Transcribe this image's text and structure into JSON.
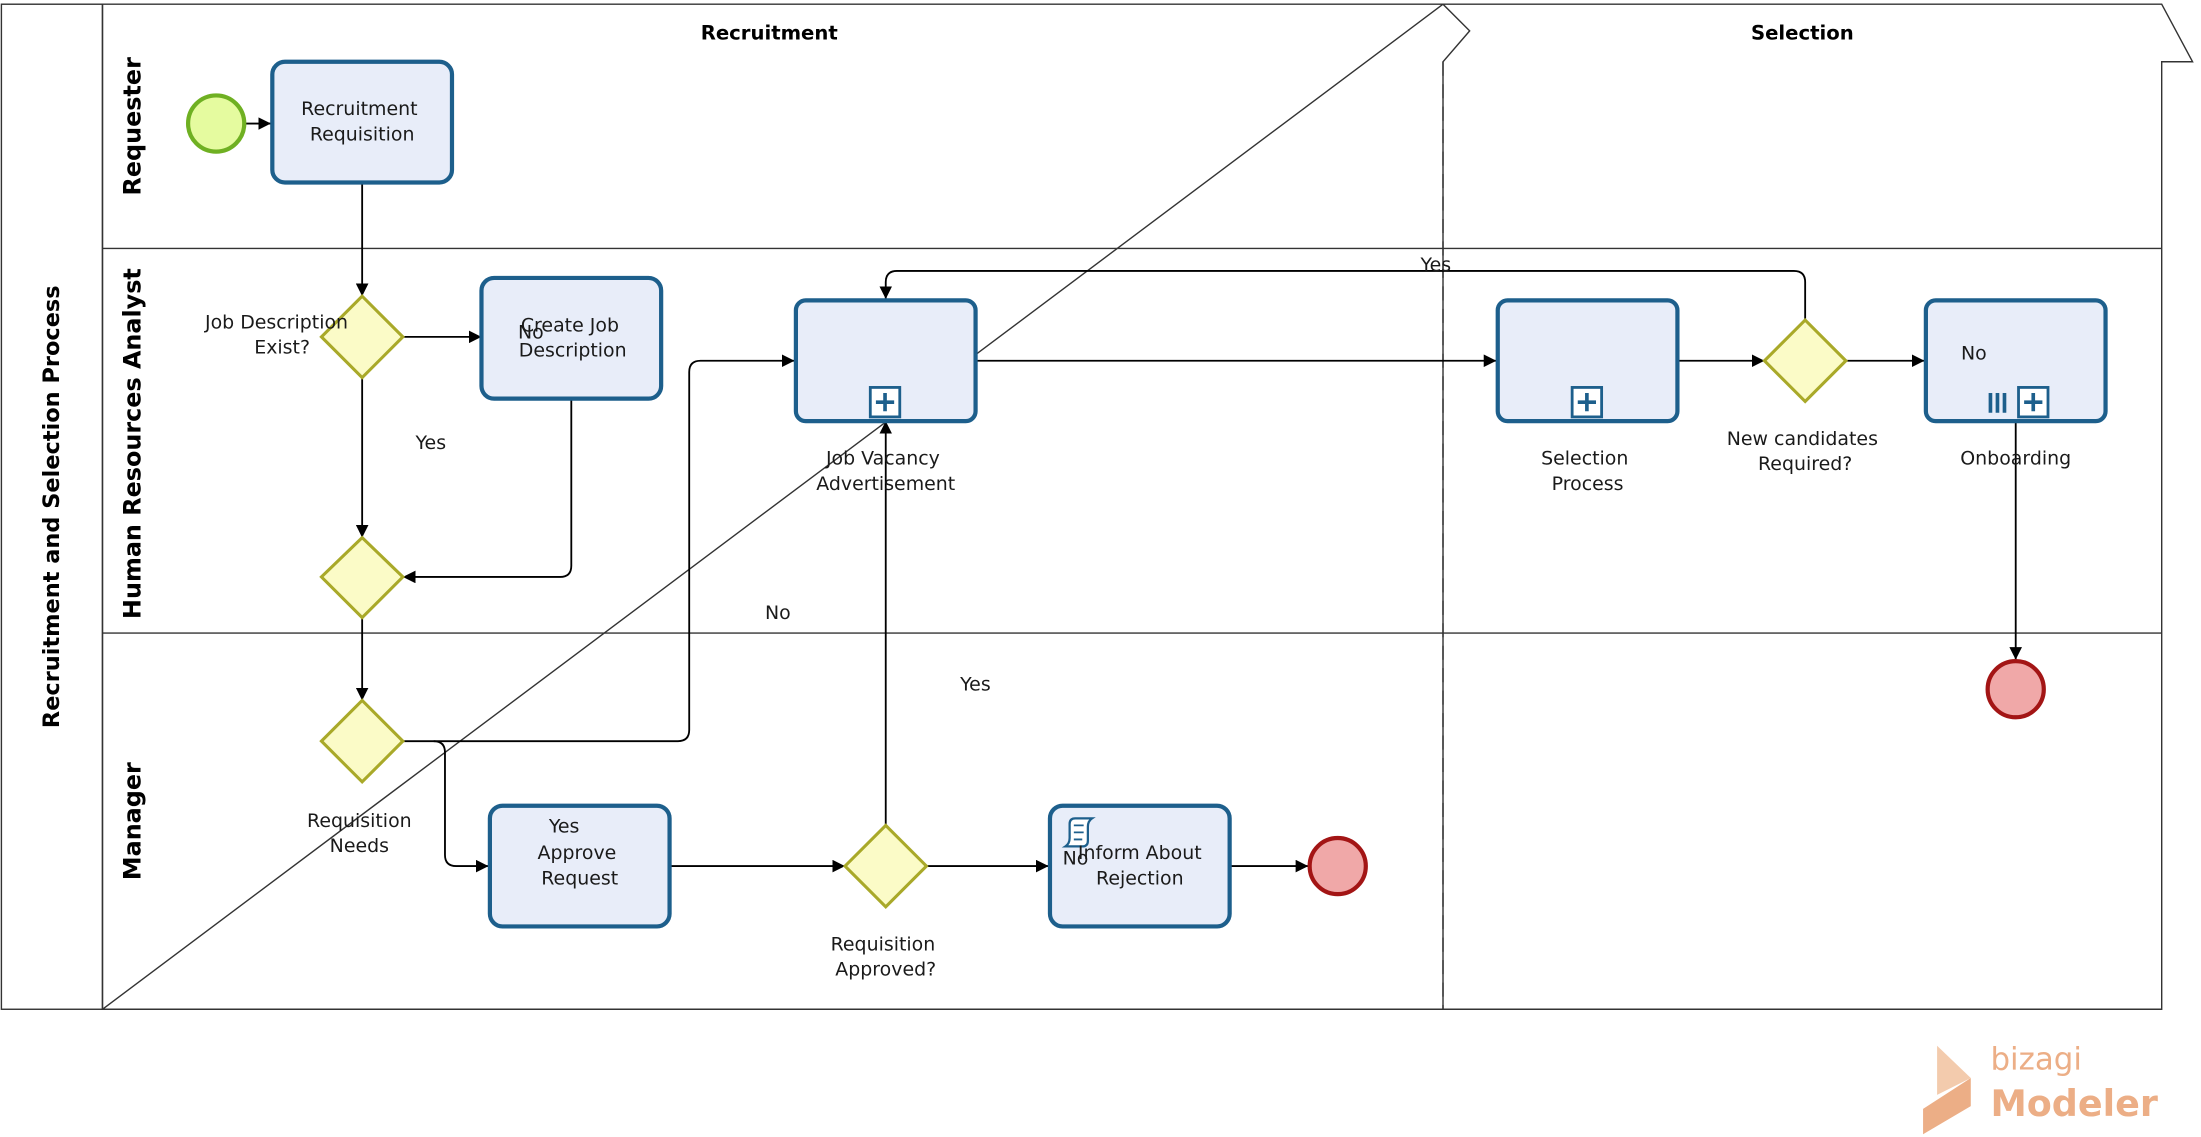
{
  "pool": {
    "title": "Recruitment and Selection Process"
  },
  "phases": {
    "recruitment": "Recruitment",
    "selection": "Selection"
  },
  "lanes": {
    "requester": "Requester",
    "hr": "Human Resources Analyst",
    "manager": "Manager"
  },
  "tasks": {
    "recruitment_requisition": [
      "Recruitment",
      "Requisition"
    ],
    "create_job_description": [
      "Create Job",
      "Description"
    ],
    "approve_request": [
      "Approve",
      "Request"
    ],
    "inform_about_rejection": [
      "Inform About",
      "Rejection"
    ]
  },
  "subprocesses": {
    "job_vacancy": [
      "Job Vacancy",
      "Advertisement"
    ],
    "selection_process": [
      "Selection",
      "Process"
    ],
    "onboarding": [
      "Onboarding"
    ]
  },
  "gateways": {
    "job_description_exist": [
      "Job Description",
      "Exist?"
    ],
    "requisition_needs": [
      "Requisition",
      "Needs"
    ],
    "requisition_approved": [
      "Requisition",
      "Approved?"
    ],
    "new_candidates_required": [
      "New candidates",
      "Required?"
    ]
  },
  "flow_labels": {
    "no_create_job": "No",
    "yes_job_desc": "Yes",
    "yes_new_candidates": "Yes",
    "no_onboarding": "No",
    "no_req_needs": "No",
    "yes_req_needs": "Yes",
    "yes_approved": "Yes",
    "no_approved": "No"
  },
  "branding": {
    "line1": "bizagi",
    "line2": "Modeler"
  },
  "colors": {
    "task_fill": "#e8edf9",
    "task_border": "#1d5f8c",
    "gateway_fill": "#fbfbc7",
    "gateway_border": "#a9a929",
    "start_fill": "#e5fb9f",
    "start_border": "#6fb022",
    "end_fill": "#f0a8a8",
    "end_border": "#a31515",
    "brand": "#e9a071"
  }
}
